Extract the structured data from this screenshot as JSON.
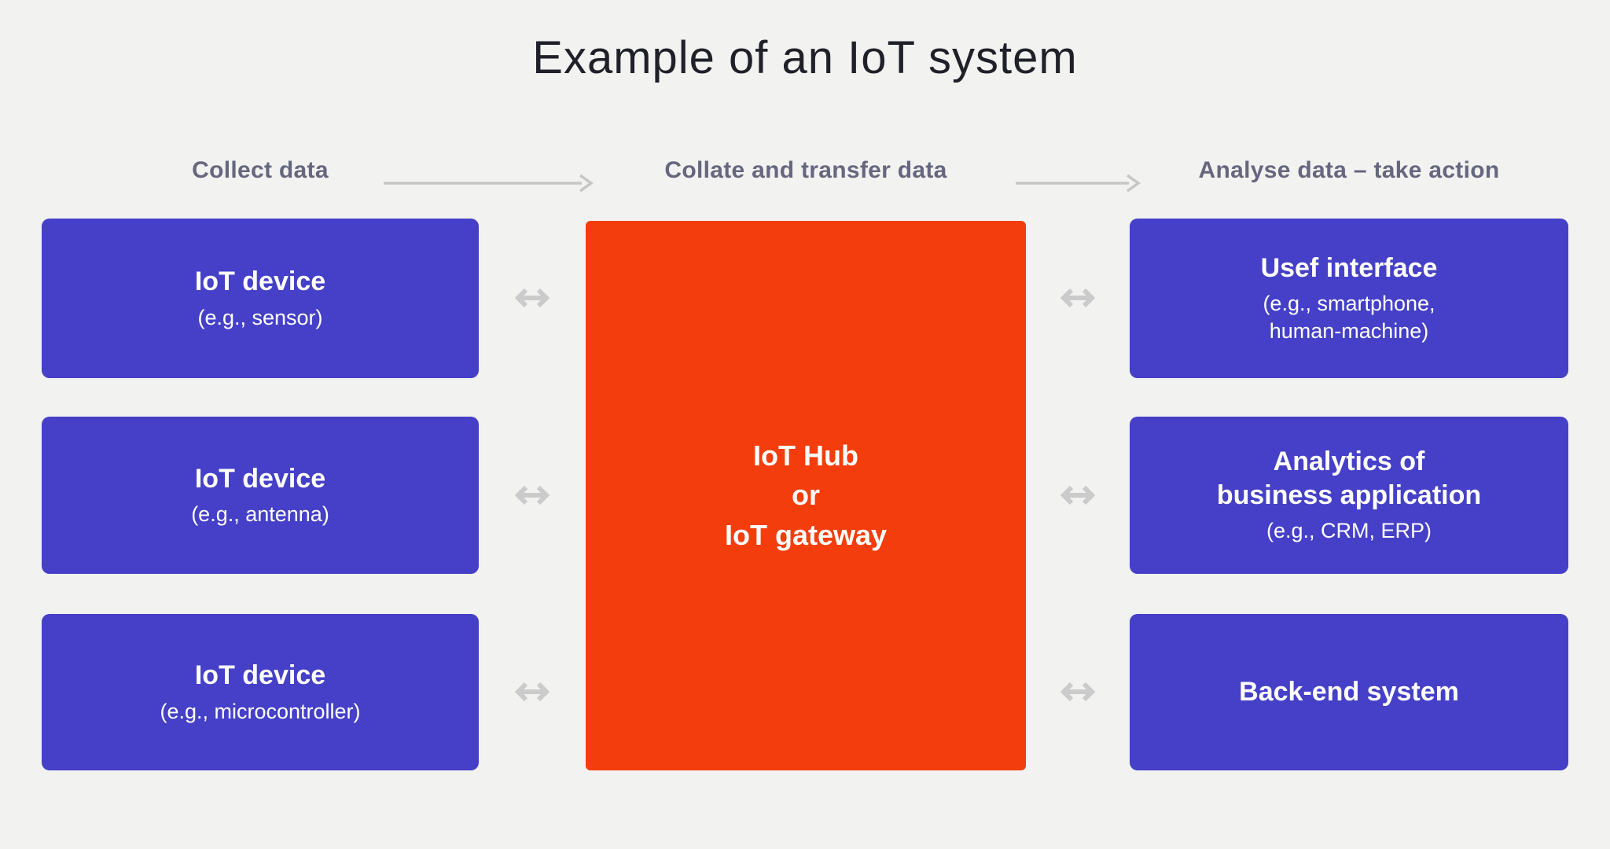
{
  "title": "Example of an IoT system",
  "colors": {
    "background": "#f2f2f1",
    "device_box": "#4540c7",
    "hub_box": "#f43d0c",
    "stage_label_text": "#66677e",
    "title_text": "#1f2028",
    "arrow": "#c6c6c6",
    "box_text": "#ffffff"
  },
  "stages": [
    {
      "label": "Collect data"
    },
    {
      "label": "Collate and transfer data"
    },
    {
      "label": "Analyse data – take action"
    }
  ],
  "left_column": {
    "boxes": [
      {
        "title": "IoT device",
        "subtitle": "(e.g., sensor)"
      },
      {
        "title": "IoT device",
        "subtitle": "(e.g., antenna)"
      },
      {
        "title": "IoT device",
        "subtitle": "(e.g., microcontroller)"
      }
    ]
  },
  "hub": {
    "lines": [
      "IoT Hub",
      "or",
      "IoT gateway"
    ]
  },
  "right_column": {
    "boxes": [
      {
        "title": "Usef interface",
        "subtitle": [
          "(e.g., smartphone,",
          "human-machine)"
        ]
      },
      {
        "title": [
          "Analytics of",
          "business application"
        ],
        "subtitle": "(e.g., CRM, ERP)"
      },
      {
        "title": "Back-end system",
        "subtitle": ""
      }
    ]
  },
  "icons": {
    "flow_arrow": "right-arrow",
    "exchange_arrow": "double-headed-arrow"
  }
}
